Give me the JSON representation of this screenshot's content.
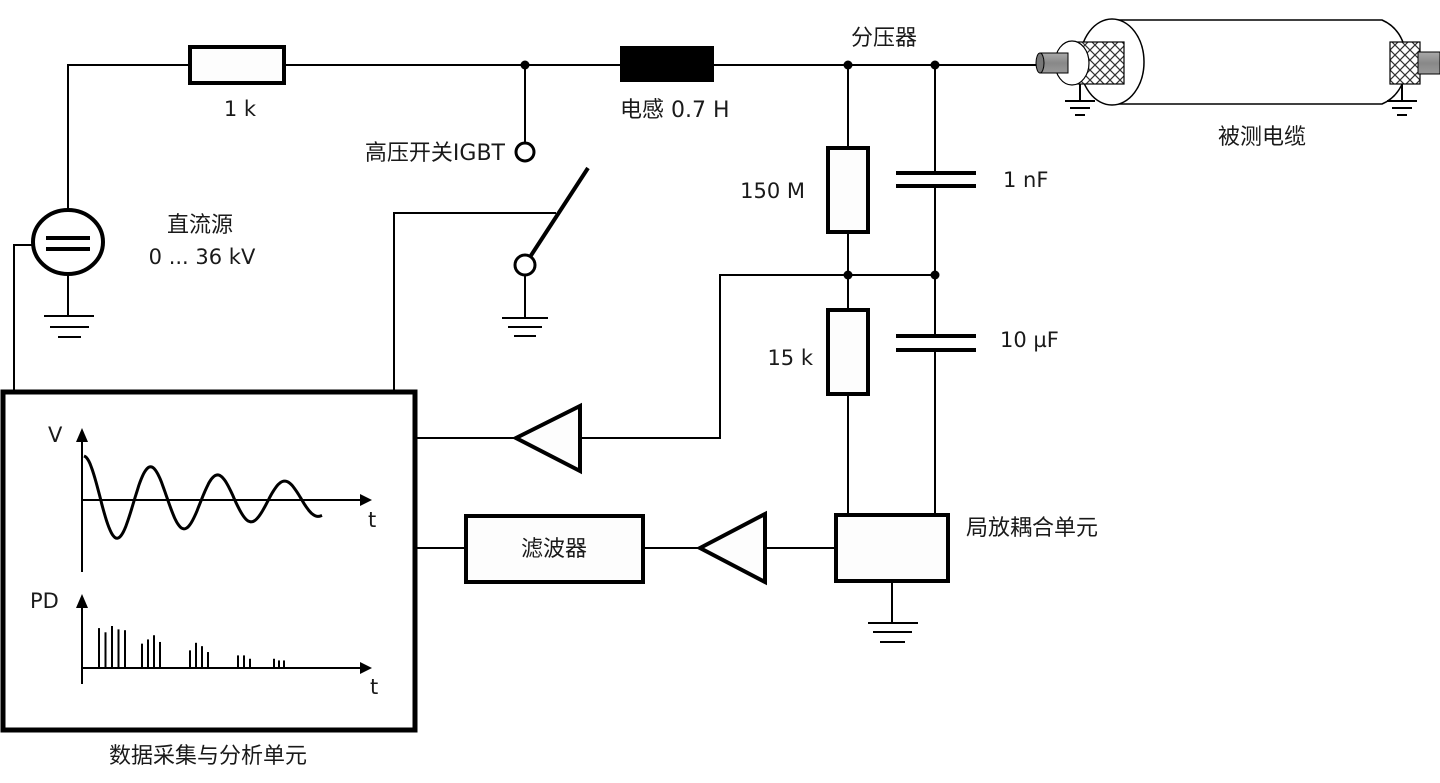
{
  "diagram": {
    "title": "Cable partial discharge test circuit (damped AC oscillating voltage)",
    "components": {
      "dc_source": {
        "name": "直流源",
        "rating": "0 ... 36 kV"
      },
      "series_resistor": {
        "value": "1 k"
      },
      "igbt_switch": {
        "name": "高压开关IGBT"
      },
      "inductor": {
        "label": "电感 0.7 H"
      },
      "divider": {
        "name": "分压器"
      },
      "divider_r_high": {
        "value": "150 M"
      },
      "divider_c_high": {
        "value": "1 nF"
      },
      "divider_r_low": {
        "value": "15 k"
      },
      "divider_c_low": {
        "value": "10 µF"
      },
      "cable": {
        "name": "被测电缆"
      },
      "pd_coupler": {
        "name": "局放耦合单元"
      },
      "filter": {
        "name": "滤波器"
      },
      "daq_unit": {
        "name": "数据采集与分析单元"
      }
    },
    "daq_plots": {
      "voltage_plot": {
        "y_label": "V",
        "x_label": "t",
        "waveform": "damped sinusoid"
      },
      "pd_plot": {
        "y_label": "PD",
        "x_label": "t",
        "pulse_groups": [
          [
            0.95,
            0.85,
            1.0,
            0.92,
            0.9
          ],
          [
            0.58,
            0.68,
            0.78,
            0.62
          ],
          [
            0.42,
            0.6,
            0.52,
            0.38
          ],
          [
            0.3,
            0.3,
            0.22
          ],
          [
            0.22,
            0.18,
            0.18
          ]
        ]
      }
    }
  }
}
